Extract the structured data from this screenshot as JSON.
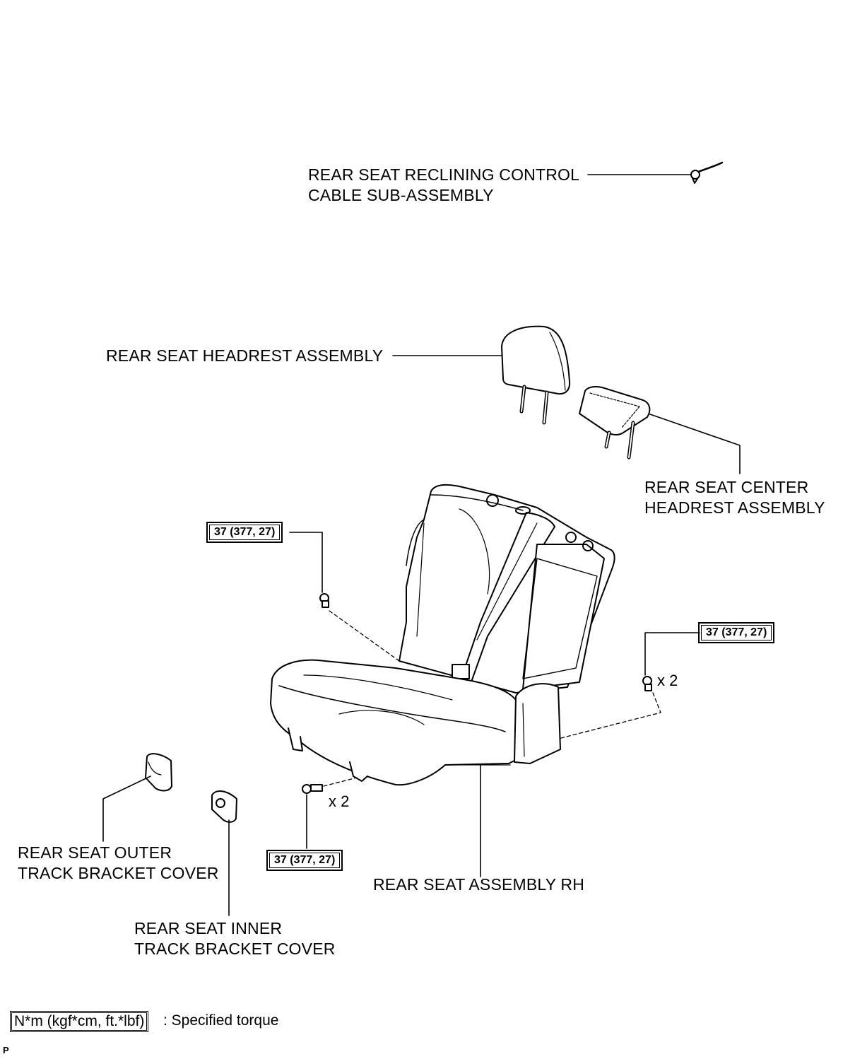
{
  "labels": {
    "reclining_cable": "REAR SEAT RECLINING CONTROL\nCABLE SUB-ASSEMBLY",
    "headrest": "REAR SEAT HEADREST ASSEMBLY",
    "center_headrest": "REAR SEAT CENTER\nHEADREST ASSEMBLY",
    "outer_cover": "REAR SEAT OUTER\nTRACK BRACKET COVER",
    "inner_cover": "REAR SEAT INNER\nTRACK BRACKET COVER",
    "seat_assembly": "REAR SEAT ASSEMBLY RH"
  },
  "torques": {
    "upper_left": "37 (377, 27)",
    "right": "37 (377, 27)",
    "bottom": "37 (377, 27)"
  },
  "quantities": {
    "right_bolts": "x 2",
    "bottom_bolts": "x 2"
  },
  "legend": {
    "box": "N*m (kgf*cm, ft.*lbf)",
    "text": ": Specified torque"
  },
  "footer_ref": "P"
}
